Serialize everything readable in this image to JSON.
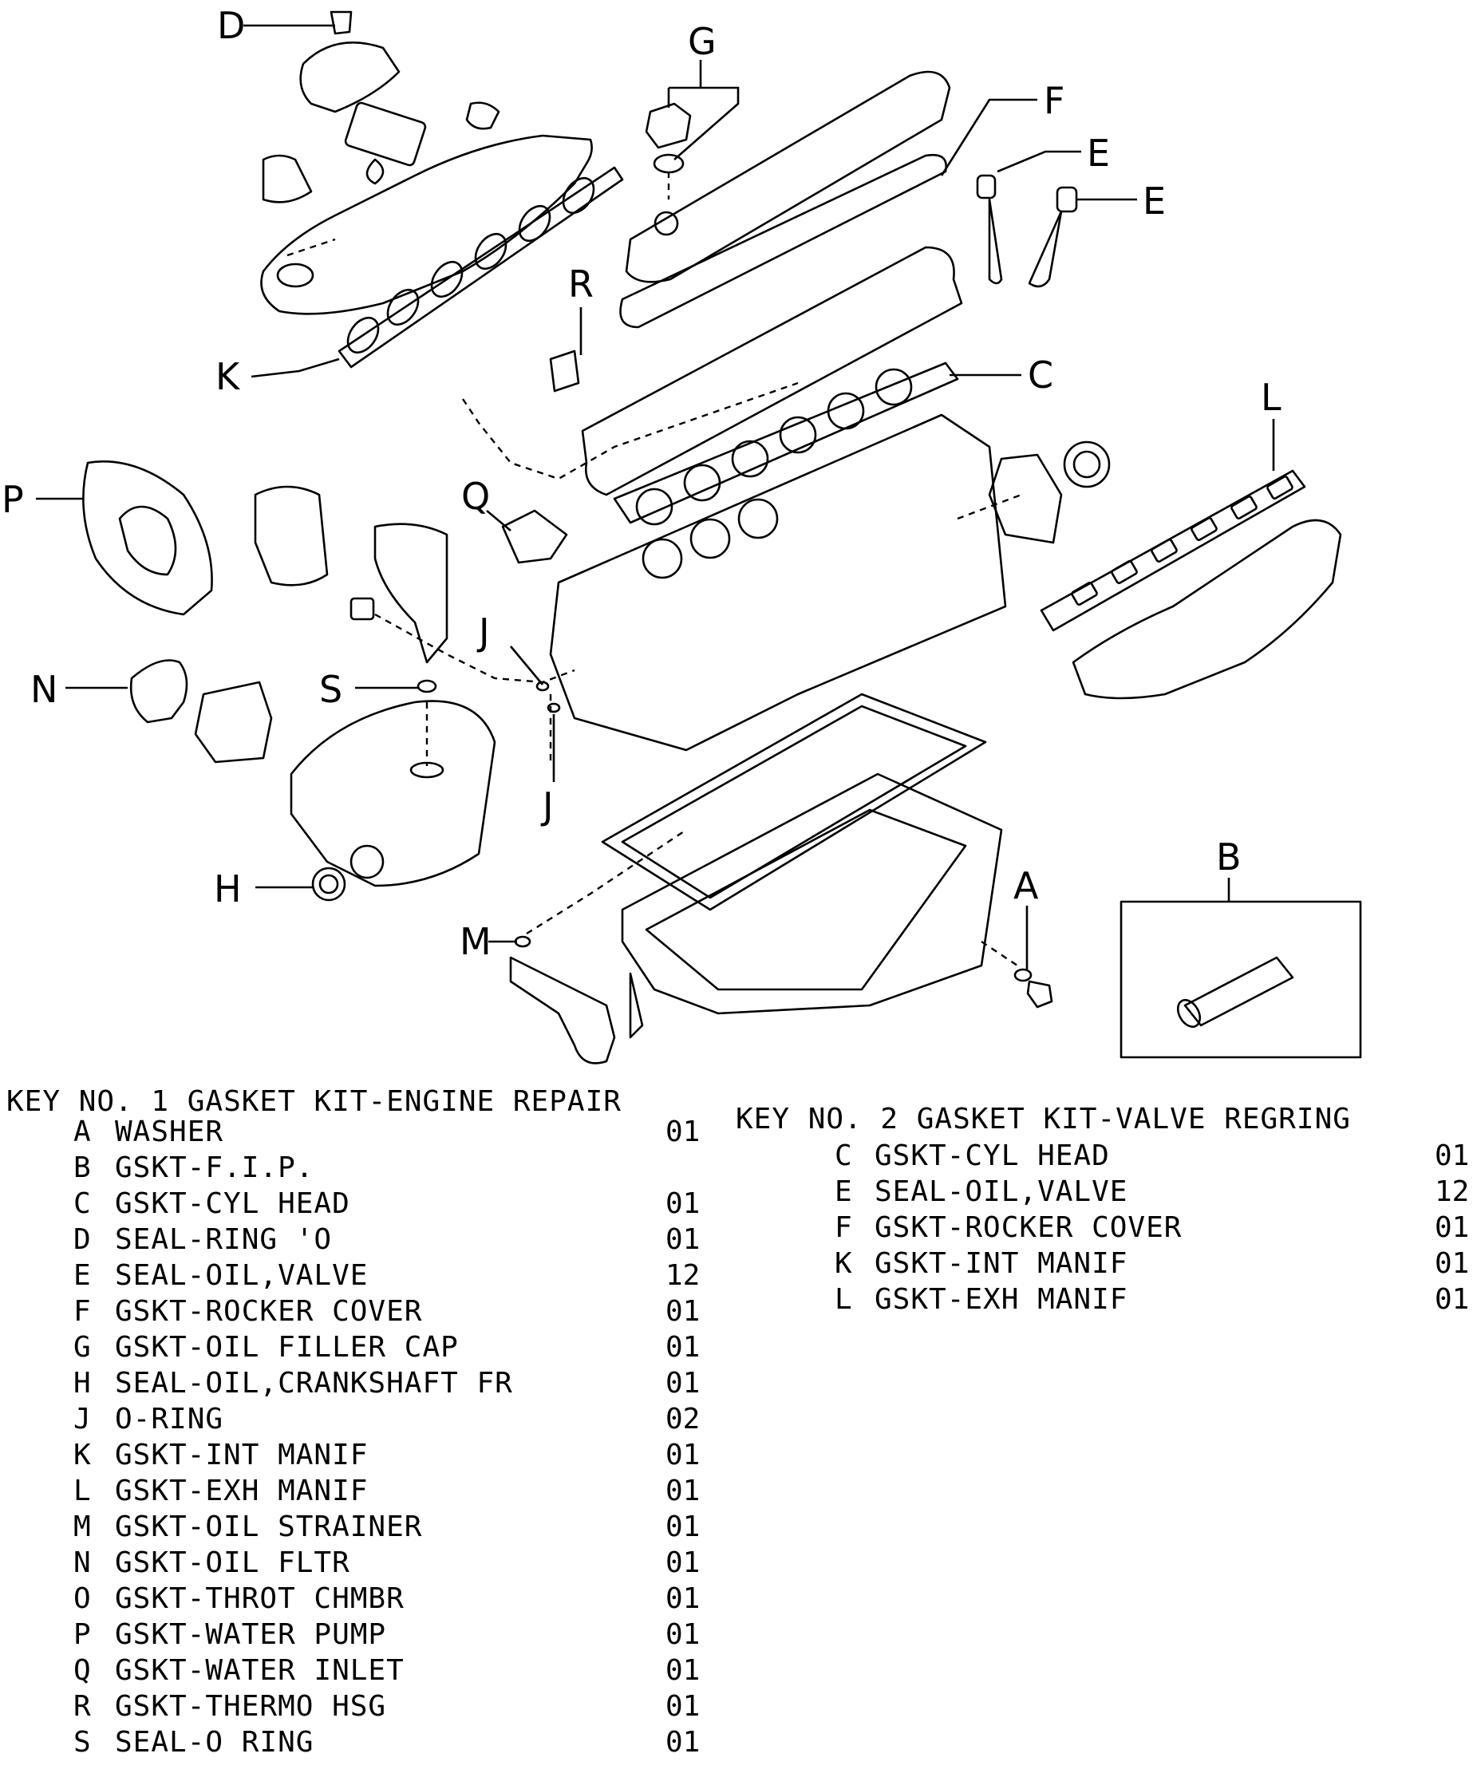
{
  "callouts": {
    "A": "A",
    "B": "B",
    "C": "C",
    "D": "D",
    "E1": "E",
    "E2": "E",
    "F": "F",
    "G": "G",
    "H": "H",
    "J1": "J",
    "J2": "J",
    "K": "K",
    "L": "L",
    "M": "M",
    "N": "N",
    "P": "P",
    "Q": "Q",
    "R": "R",
    "S": "S"
  },
  "key1": {
    "title": "KEY NO. 1 GASKET KIT-ENGINE REPAIR",
    "items": [
      {
        "letter": "A",
        "desc": "WASHER",
        "qty": "01"
      },
      {
        "letter": "B",
        "desc": "GSKT-F.I.P.",
        "qty": ""
      },
      {
        "letter": "C",
        "desc": "GSKT-CYL HEAD",
        "qty": "01"
      },
      {
        "letter": "D",
        "desc": "SEAL-RING 'O",
        "qty": "01"
      },
      {
        "letter": "E",
        "desc": "SEAL-OIL,VALVE",
        "qty": "12"
      },
      {
        "letter": "F",
        "desc": "GSKT-ROCKER COVER",
        "qty": "01"
      },
      {
        "letter": "G",
        "desc": "GSKT-OIL FILLER CAP",
        "qty": "01"
      },
      {
        "letter": "H",
        "desc": "SEAL-OIL,CRANKSHAFT FR",
        "qty": "01"
      },
      {
        "letter": "J",
        "desc": "O-RING",
        "qty": "02"
      },
      {
        "letter": "K",
        "desc": "GSKT-INT MANIF",
        "qty": "01"
      },
      {
        "letter": "L",
        "desc": "GSKT-EXH MANIF",
        "qty": "01"
      },
      {
        "letter": "M",
        "desc": "GSKT-OIL STRAINER",
        "qty": "01"
      },
      {
        "letter": "N",
        "desc": "GSKT-OIL FLTR",
        "qty": "01"
      },
      {
        "letter": "O",
        "desc": "GSKT-THROT CHMBR",
        "qty": "01"
      },
      {
        "letter": "P",
        "desc": "GSKT-WATER PUMP",
        "qty": "01"
      },
      {
        "letter": "Q",
        "desc": "GSKT-WATER INLET",
        "qty": "01"
      },
      {
        "letter": "R",
        "desc": "GSKT-THERMO HSG",
        "qty": "01"
      },
      {
        "letter": "S",
        "desc": "SEAL-O RING",
        "qty": "01"
      }
    ]
  },
  "key2": {
    "title": "KEY NO. 2 GASKET KIT-VALVE REGRING",
    "items": [
      {
        "letter": "C",
        "desc": "GSKT-CYL HEAD",
        "qty": "01"
      },
      {
        "letter": "E",
        "desc": "SEAL-OIL,VALVE",
        "qty": "12"
      },
      {
        "letter": "F",
        "desc": "GSKT-ROCKER COVER",
        "qty": "01"
      },
      {
        "letter": "K",
        "desc": "GSKT-INT MANIF",
        "qty": "01"
      },
      {
        "letter": "L",
        "desc": "GSKT-EXH MANIF",
        "qty": "01"
      }
    ]
  }
}
